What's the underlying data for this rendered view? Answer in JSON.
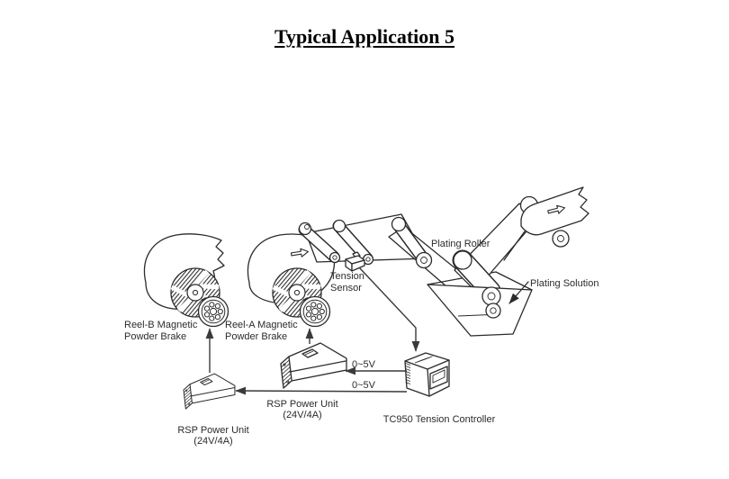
{
  "title": "Typical Application 5",
  "colors": {
    "background": "#ffffff",
    "ink": "#2b2b2b",
    "signal": "#3a3a3a"
  },
  "diagram": {
    "labels": {
      "reel_b": {
        "line1": "Reel-B Magnetic",
        "line2": "Powder Brake"
      },
      "reel_a": {
        "line1": "Reel-A Magnetic",
        "line2": "Powder Brake"
      },
      "tension_sensor": {
        "line1": "Tension",
        "line2": "Sensor"
      },
      "plating_roller": "Plating Roller",
      "plating_solution": "Plating Solution",
      "signal_to_reel_a": "0~5V",
      "signal_to_reel_b": "0~5V",
      "psu_a": {
        "line1": "RSP Power Unit",
        "line2": "(24V/4A)"
      },
      "psu_b": {
        "line1": "RSP Power Unit",
        "line2": "(24V/4A)"
      },
      "controller": "TC950 Tension Controller"
    }
  }
}
